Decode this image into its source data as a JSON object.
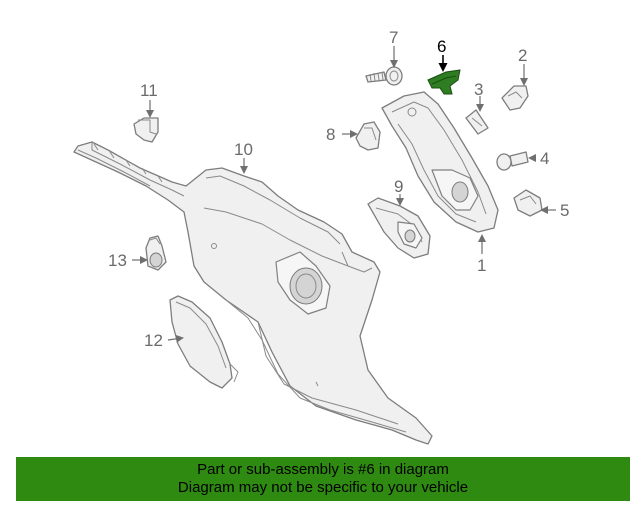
{
  "diagram": {
    "highlighted_part": "6",
    "callouts": [
      "1",
      "2",
      "3",
      "4",
      "5",
      "6",
      "7",
      "8",
      "9",
      "10",
      "11",
      "12",
      "13"
    ]
  },
  "footer": {
    "line1": "Part or sub-assembly is #6 in diagram",
    "line2": "Diagram may not be specific to your vehicle",
    "background_color": "#2e8a11"
  }
}
